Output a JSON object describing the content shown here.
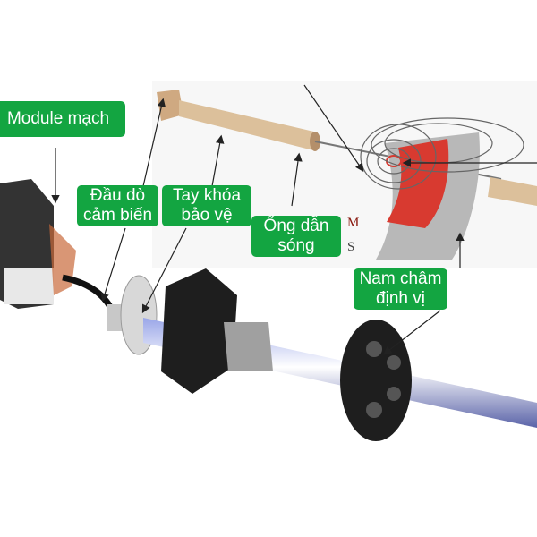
{
  "labels": {
    "circuit_module": "Module mạch",
    "sensor_probe": [
      "Đầu dò",
      "cảm biến"
    ],
    "protective_lock": [
      "Tay khóa",
      "bảo vệ"
    ],
    "waveguide": [
      "Ống dẫn",
      "sóng"
    ],
    "positioning_magnet": [
      "Nam châm",
      "định vị"
    ]
  },
  "magnet_poles": {
    "north": "M",
    "south": "S"
  },
  "colors": {
    "label_bg": "#13a541",
    "magnet_red": "#d83a30",
    "tube": "#d9bb94"
  }
}
